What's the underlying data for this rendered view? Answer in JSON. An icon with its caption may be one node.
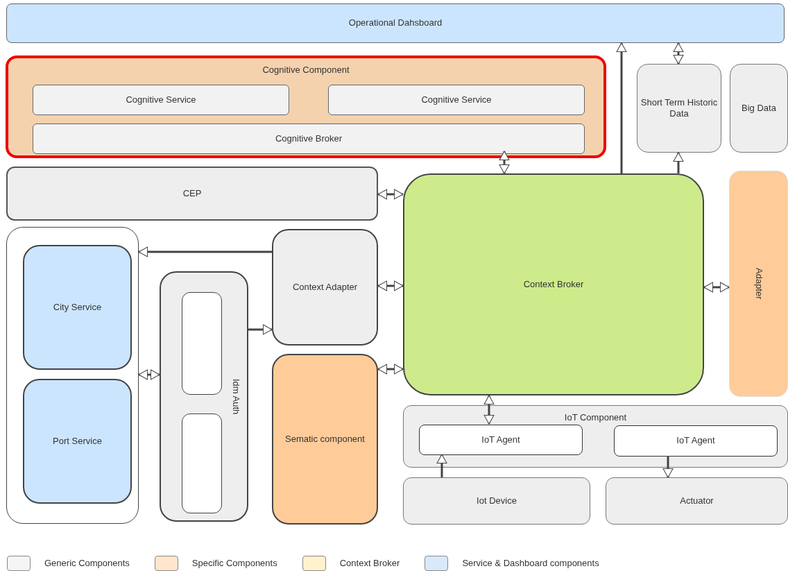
{
  "diagram": {
    "nodes": [
      {
        "text": [
          "Operational Dahsboard"
        ]
      },
      {
        "text": [
          "Cognitive Component"
        ]
      },
      {
        "text": [
          "Cognitive Service"
        ],
        "in": 1
      },
      {
        "text": [
          "Cognitive Service"
        ],
        "in": 1
      },
      {
        "text": [
          "Cognitive Broker"
        ],
        "in": 1
      },
      {
        "text": [
          "Short Term Historic Data"
        ]
      },
      {
        "text": [
          "Big Data"
        ]
      },
      {
        "text": [
          "CEP"
        ]
      },
      {
        "text": [
          "Context Broker"
        ]
      },
      {
        "text": [
          "Adapter"
        ]
      },
      {
        "text": [],
        "shape": "box"
      },
      {
        "text": [
          "City Service"
        ],
        "in": 10
      },
      {
        "text": [
          "Port Service"
        ],
        "in": 10
      },
      {
        "text": [
          "Idm Auth"
        ]
      },
      {
        "text": [],
        "shape": "box",
        "in": 13
      },
      {
        "text": [],
        "shape": "box",
        "in": 13
      },
      {
        "text": [
          "Context Adapter"
        ]
      },
      {
        "text": [
          "Sematic component"
        ]
      },
      {
        "text": [
          "IoT Component"
        ]
      },
      {
        "text": [
          "IoT Agent"
        ],
        "in": 18
      },
      {
        "text": [
          "IoT Agent"
        ],
        "in": 18
      },
      {
        "text": [
          "Iot Device"
        ]
      },
      {
        "text": [
          "Actuator"
        ]
      }
    ],
    "edges": [
      {
        "from": 8,
        "to": 0,
        "arrow": "to"
      },
      {
        "from": 5,
        "to": 0,
        "arrow": "both"
      },
      {
        "from": 8,
        "to": 5,
        "arrow": "to"
      },
      {
        "from": 4,
        "to": 8,
        "arrow": "both"
      },
      {
        "from": 7,
        "to": 8,
        "arrow": "both"
      },
      {
        "from": 16,
        "to": 10,
        "arrow": "to"
      },
      {
        "from": 16,
        "to": 8,
        "arrow": "both"
      },
      {
        "from": 13,
        "to": 16,
        "arrow": "to"
      },
      {
        "from": 10,
        "to": 13,
        "arrow": "both"
      },
      {
        "from": 17,
        "to": 8,
        "arrow": "both"
      },
      {
        "from": 9,
        "to": 8,
        "arrow": "both"
      },
      {
        "from": 8,
        "to": 19,
        "arrow": "both"
      },
      {
        "from": 21,
        "to": 19,
        "arrow": "to"
      },
      {
        "from": 20,
        "to": 22,
        "arrow": "to"
      }
    ],
    "legend": [
      {
        "text": "Generic Components",
        "color": "#f5f5f5"
      },
      {
        "text": "Specific Components",
        "color": "#ffe6cc"
      },
      {
        "text": "Context Broker",
        "color": "#fff2cc"
      },
      {
        "text": "Service & Dashboard components",
        "color": "#dae8fc"
      }
    ]
  }
}
